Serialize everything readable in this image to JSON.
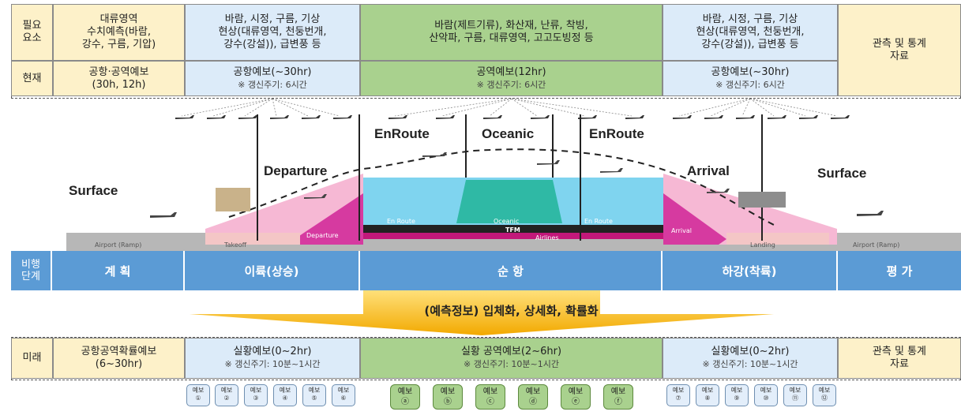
{
  "top": {
    "row1_label": "필요\n요소",
    "row2_label": "현재",
    "needs": [
      "대류영역\n수치예측(바람,\n강수, 구름, 기압)",
      "바람, 시정, 구름, 기상\n현상(대류영역, 천둥번개,\n강수(강설)), 급변풍 등",
      "바람(제트기류), 화산재, 난류, 착빙,\n산악파, 구름, 대류영역, 고고도빙정 등",
      "바람, 시정, 구름, 기상\n현상(대류영역, 천둥번개,\n강수(강설)), 급변풍 등",
      "관측 및 통계\n자료"
    ],
    "current": [
      {
        "title": "공항·공역예보\n(30h, 12h)",
        "note": ""
      },
      {
        "title": "공항예보(~30hr)",
        "note": "※ 갱신주기: 6시간"
      },
      {
        "title": "공역예보(12hr)",
        "note": "※ 갱신주기: 6시간"
      },
      {
        "title": "공항예보(~30hr)",
        "note": "※ 갱신주기: 6시간"
      }
    ]
  },
  "scene": {
    "surface_left": "Surface",
    "departure": "Departure",
    "enroute_left": "EnRoute",
    "oceanic": "Oceanic",
    "enroute_right": "EnRoute",
    "arrival": "Arrival",
    "surface_right": "Surface",
    "band_enroute_left": "En Route",
    "band_oceanic": "Oceanic",
    "band_enroute_right": "En Route",
    "band_tfm": "TFM",
    "band_airlines": "Airlines",
    "ramp_left": "Airport (Ramp)",
    "takeoff": "Takeoff",
    "departure_band": "Departure",
    "arrival_band": "Arrival",
    "landing": "Landing",
    "ramp_right": "Airport (Ramp)"
  },
  "phases": {
    "label": "비행\n단계",
    "items": [
      "계 획",
      "이륙(상승)",
      "순 항",
      "하강(착륙)",
      "평 가"
    ]
  },
  "arrow_text": "(예측정보) 입체화, 상세화, 확률화",
  "future": {
    "label": "미래",
    "cells": [
      {
        "title": "공항공역확률예보\n(6~30hr)",
        "note": ""
      },
      {
        "title": "실황예보(0~2hr)",
        "note": "※ 갱신주기: 10분~1시간"
      },
      {
        "title": "실황 공역예보(2~6hr)",
        "note": "※ 갱신주기: 10분~1시간"
      },
      {
        "title": "실황예보(0~2hr)",
        "note": "※ 갱신주기: 10분~1시간"
      },
      {
        "title": "관측 및 통계\n자료",
        "note": ""
      }
    ]
  },
  "forecast_boxes": {
    "left": [
      "예보\n①",
      "예보\n②",
      "예보\n③",
      "예보\n④",
      "예보\n⑤",
      "예보\n⑥"
    ],
    "middle": [
      "예보\nⓐ",
      "예보\nⓑ",
      "예보\nⓒ",
      "예보\nⓓ",
      "예보\nⓔ",
      "예보\nⓕ"
    ],
    "right": [
      "예보\n⑦",
      "예보\n⑧",
      "예보\n⑨",
      "예보\n⑩",
      "예보\n⑪",
      "예보\n⑫"
    ]
  },
  "colors": {
    "yellow": "#fdf1c9",
    "blue": "#dcebf9",
    "green": "#a9d18e",
    "phase_blue": "#5b9bd5",
    "arrow": "#f5b800",
    "pink": "#f4a6c8",
    "magenta": "#d63aa0",
    "cyan": "#56c8e8",
    "teal": "#2fb9a5"
  }
}
